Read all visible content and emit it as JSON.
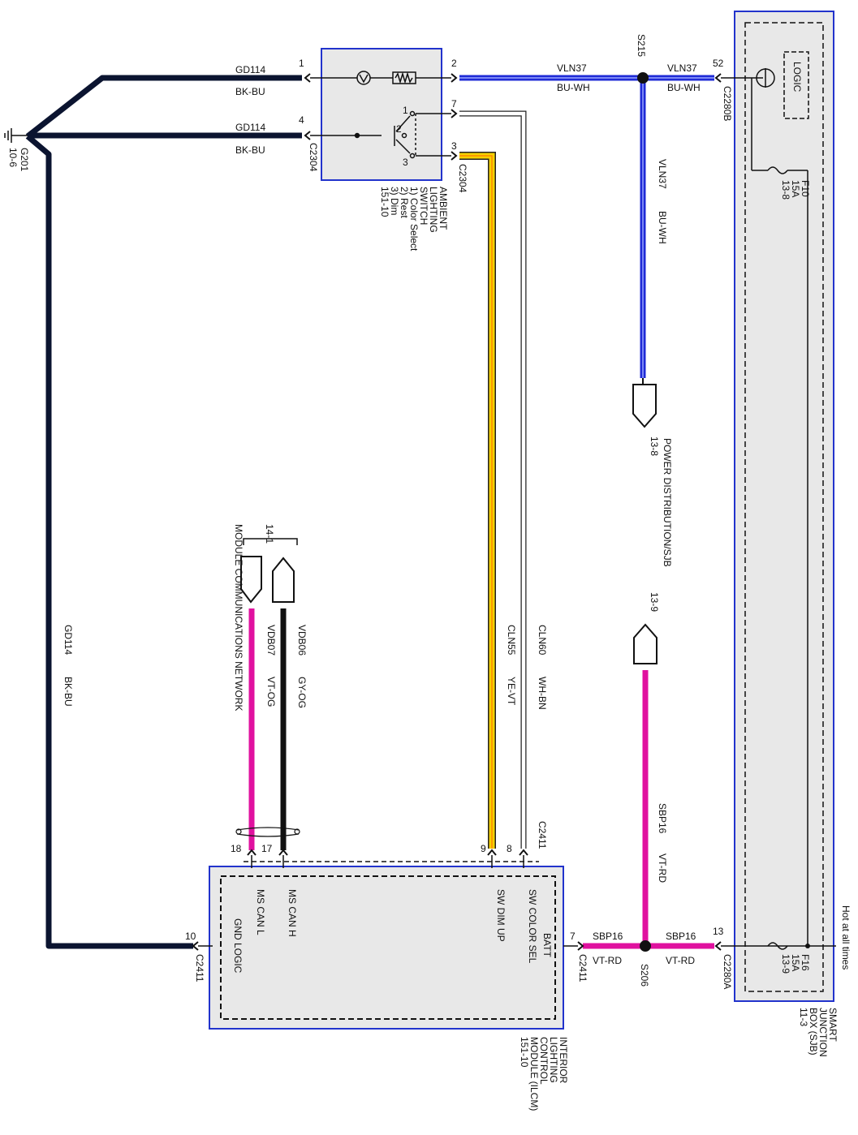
{
  "ground": {
    "id": "G201",
    "ref": "10-6"
  },
  "wires": {
    "gd114_top": {
      "circuit": "GD114",
      "color": "BK-BU",
      "pin": "1"
    },
    "gd114_mid": {
      "circuit": "GD114",
      "color": "BK-BU",
      "pin": "4",
      "connector": "C2304"
    },
    "gd114_long": {
      "circuit": "GD114",
      "color": "BK-BU"
    },
    "vln37_left": {
      "circuit": "VLN37",
      "color": "BU-WH",
      "pin": "2"
    },
    "vln37_right": {
      "circuit": "VLN37",
      "color": "BU-WH"
    },
    "vln37_down": {
      "circuit": "VLN37",
      "color": "BU-WH"
    },
    "cln60": {
      "circuit": "CLN60",
      "color": "WH-BN"
    },
    "cln55": {
      "circuit": "CLN55",
      "color": "YE-VT"
    },
    "vdb06": {
      "circuit": "VDB06",
      "color": "GY-OG"
    },
    "vdb07": {
      "circuit": "VDB07",
      "color": "VT-OG"
    },
    "sbp16_vertical": {
      "circuit": "SBP16",
      "color": "VT-RD"
    },
    "sbp16_left": {
      "circuit": "SBP16",
      "color": "VT-RD"
    },
    "sbp16_right": {
      "circuit": "SBP16",
      "color": "VT-RD"
    }
  },
  "colors": {
    "ground_wire": "#0b1430",
    "blue_wire": "#1f2bd6",
    "magenta_wire": "#e0119f",
    "yellow_wire": "#f5d200",
    "black_wire": "#111111",
    "module_fill": "#e8e8e8",
    "module_border": "#2233cc"
  },
  "splices": {
    "s215": "S215",
    "s206": "S206"
  },
  "switch": {
    "connector": "C2304",
    "pins": {
      "p1": "1",
      "p2": "2",
      "p3": "3",
      "p4": "4",
      "p7": "7",
      "sw1": "1",
      "sw2": "2",
      "sw3": "3"
    },
    "title_lines": [
      "AMBIENT",
      "LIGHTING",
      "SWITCH",
      "1) Color Select",
      "2) Rest",
      "3) Dim",
      "151-10"
    ]
  },
  "sjb": {
    "logic_label": "LOGIC",
    "pin52": "52",
    "conn_b": "C2280B",
    "conn_a": "C2280A",
    "pin13": "13",
    "fuse_f10": [
      "F10",
      "15A",
      "13-8"
    ],
    "fuse_f16": [
      "F16",
      "15A",
      "13-9"
    ],
    "hot_label": "Hot at all times",
    "title_lines": [
      "SMART",
      "JUNCTION",
      "BOX (SJB)",
      "11-3"
    ]
  },
  "power_dist": {
    "label": "POWER DISTRIBUTION/SJB",
    "ref_top": "13-8",
    "ref_bottom": "13-9"
  },
  "network": {
    "label": "MODULE COMMUNICATIONS NETWORK",
    "ref": "14-1"
  },
  "ilcm": {
    "connector": "C2411",
    "pins": {
      "p7": "7",
      "p8": "8",
      "p9": "9",
      "p10": "10",
      "p17": "17",
      "p18": "18"
    },
    "signals": {
      "batt": "BATT",
      "sw_color_sel": "SW COLOR SEL",
      "sw_dim_up": "SW DIM UP",
      "ms_can_h": "MS CAN H",
      "ms_can_l": "MS CAN L",
      "gnd_logic": "GND LOGIC"
    },
    "title_lines": [
      "INTERIOR",
      "LIGHTING",
      "CONTROL",
      "MODULE (ILCM)",
      "151-10"
    ]
  }
}
